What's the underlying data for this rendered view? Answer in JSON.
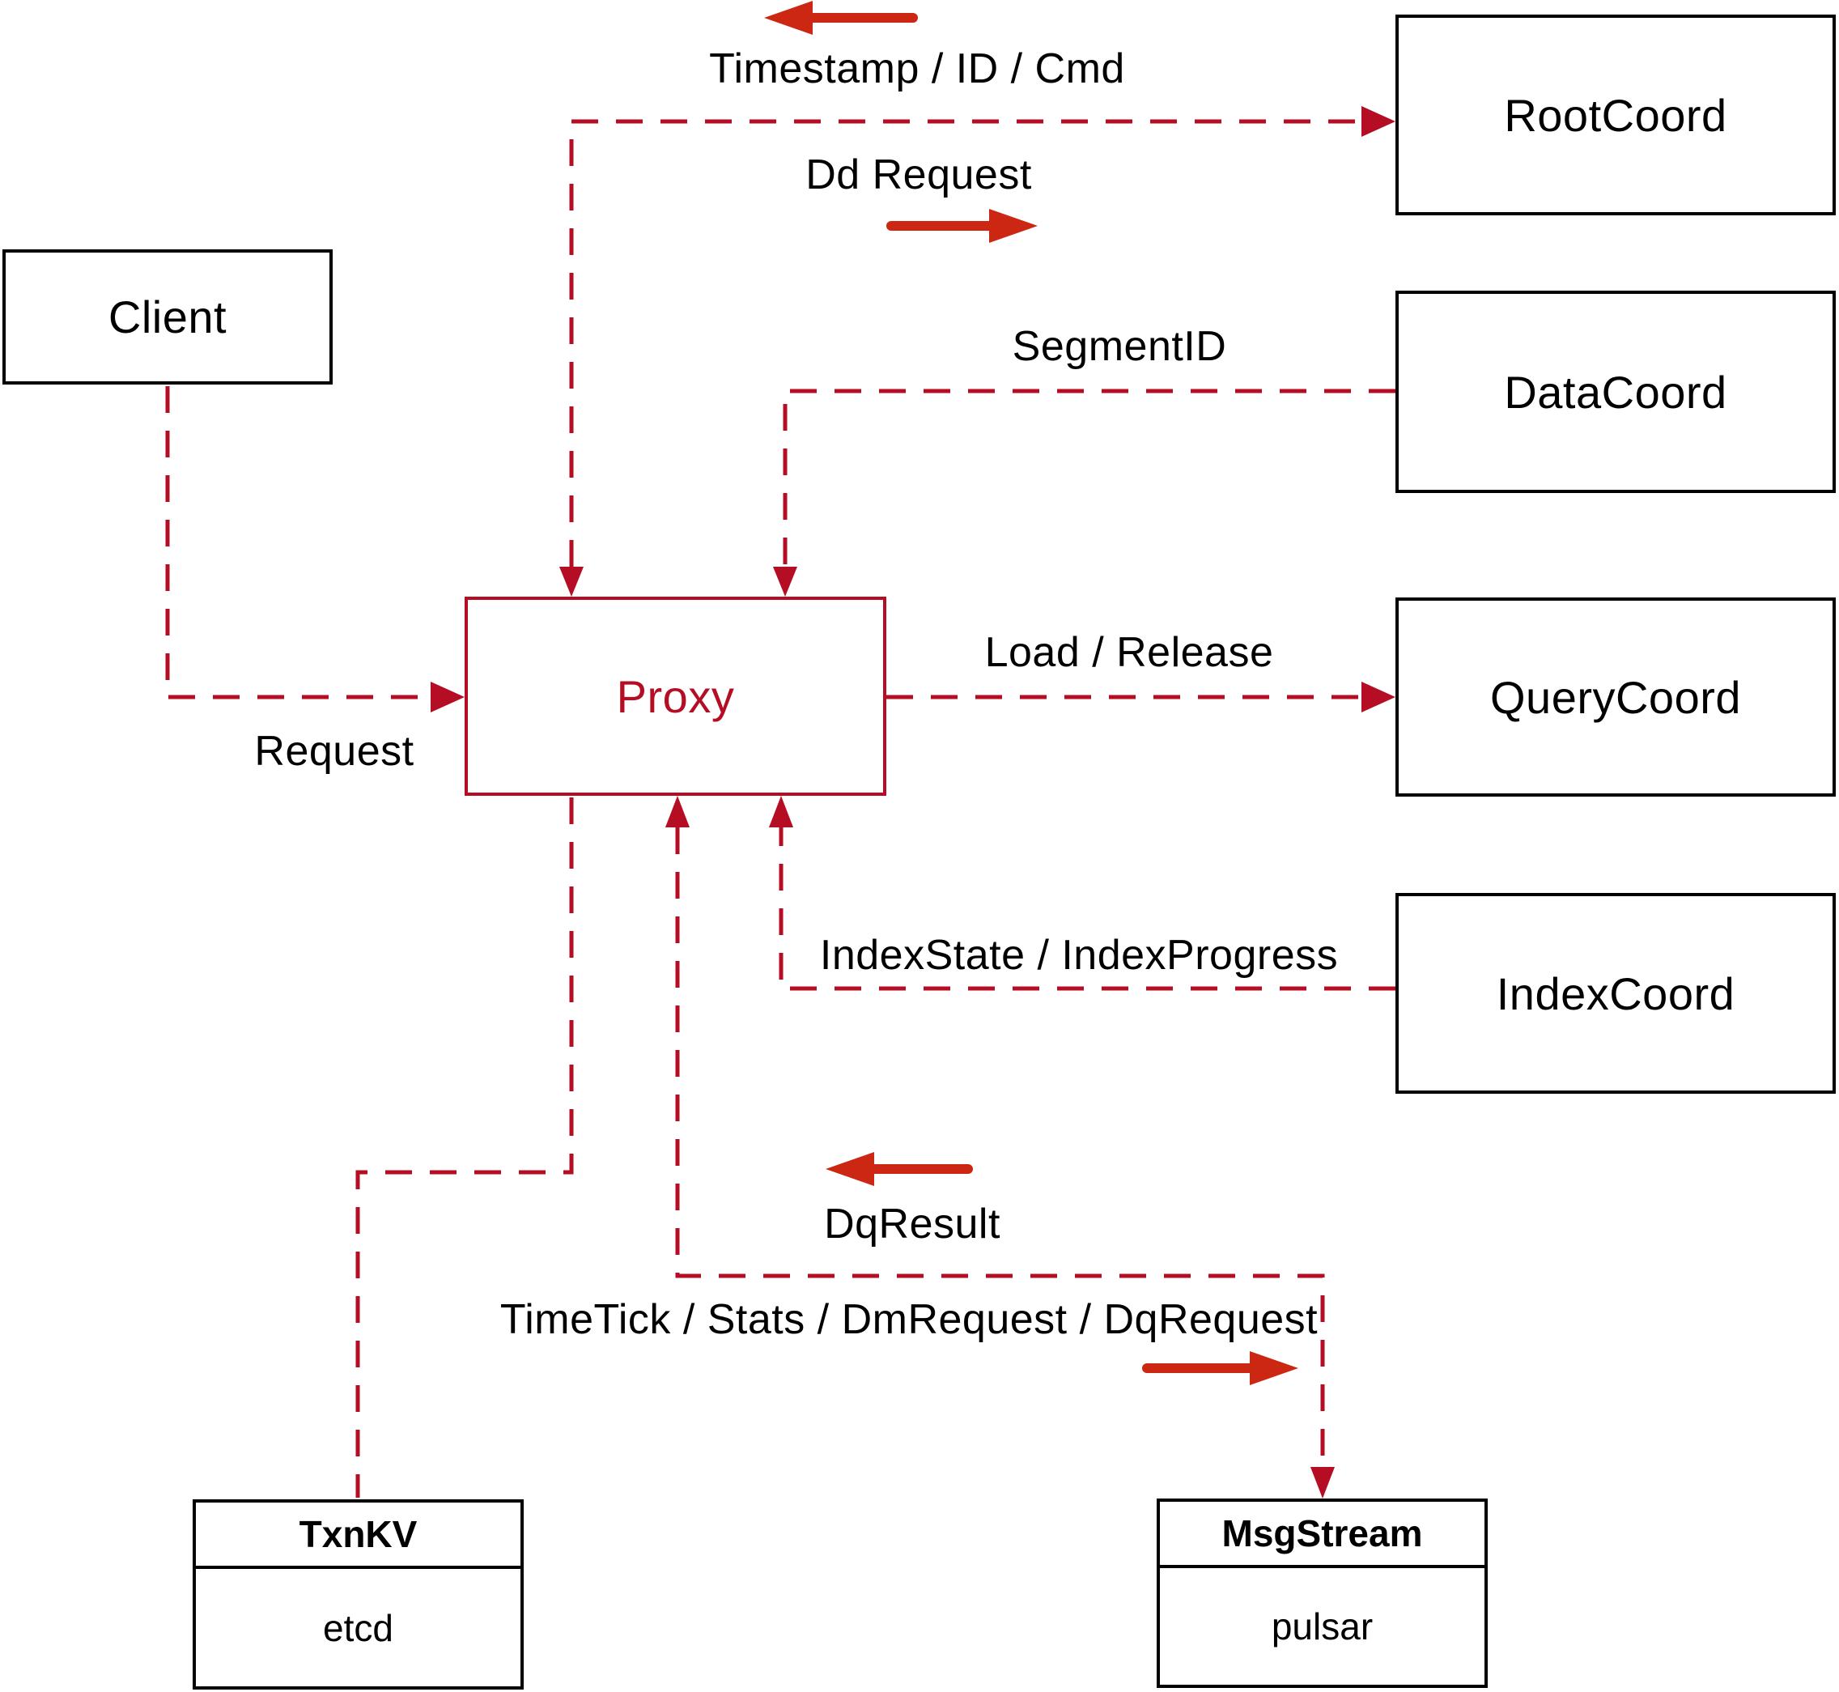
{
  "diagram": {
    "nodes": {
      "client": {
        "label": "Client"
      },
      "proxy": {
        "label": "Proxy"
      },
      "root_coord": {
        "label": "RootCoord"
      },
      "data_coord": {
        "label": "DataCoord"
      },
      "query_coord": {
        "label": "QueryCoord"
      },
      "index_coord": {
        "label": "IndexCoord"
      },
      "txn_kv": {
        "title": "TxnKV",
        "subtitle": "etcd"
      },
      "msg_stream": {
        "title": "MsgStream",
        "subtitle": "pulsar"
      }
    },
    "edge_labels": {
      "timestamp_id_cmd": "Timestamp / ID / Cmd",
      "dd_request": "Dd Request",
      "segment_id": "SegmentID",
      "load_release": "Load / Release",
      "index_state": "IndexState / IndexProgress",
      "request": "Request",
      "dq_result": "DqResult",
      "time_tick": "TimeTick / Stats / DmRequest / DqRequest"
    },
    "colors": {
      "dashed_line": "#b50d23",
      "solid_arrow": "#cc2713",
      "box_border": "#000000",
      "proxy_accent": "#b50d23",
      "background": "#ffffff",
      "text": "#000000"
    }
  }
}
